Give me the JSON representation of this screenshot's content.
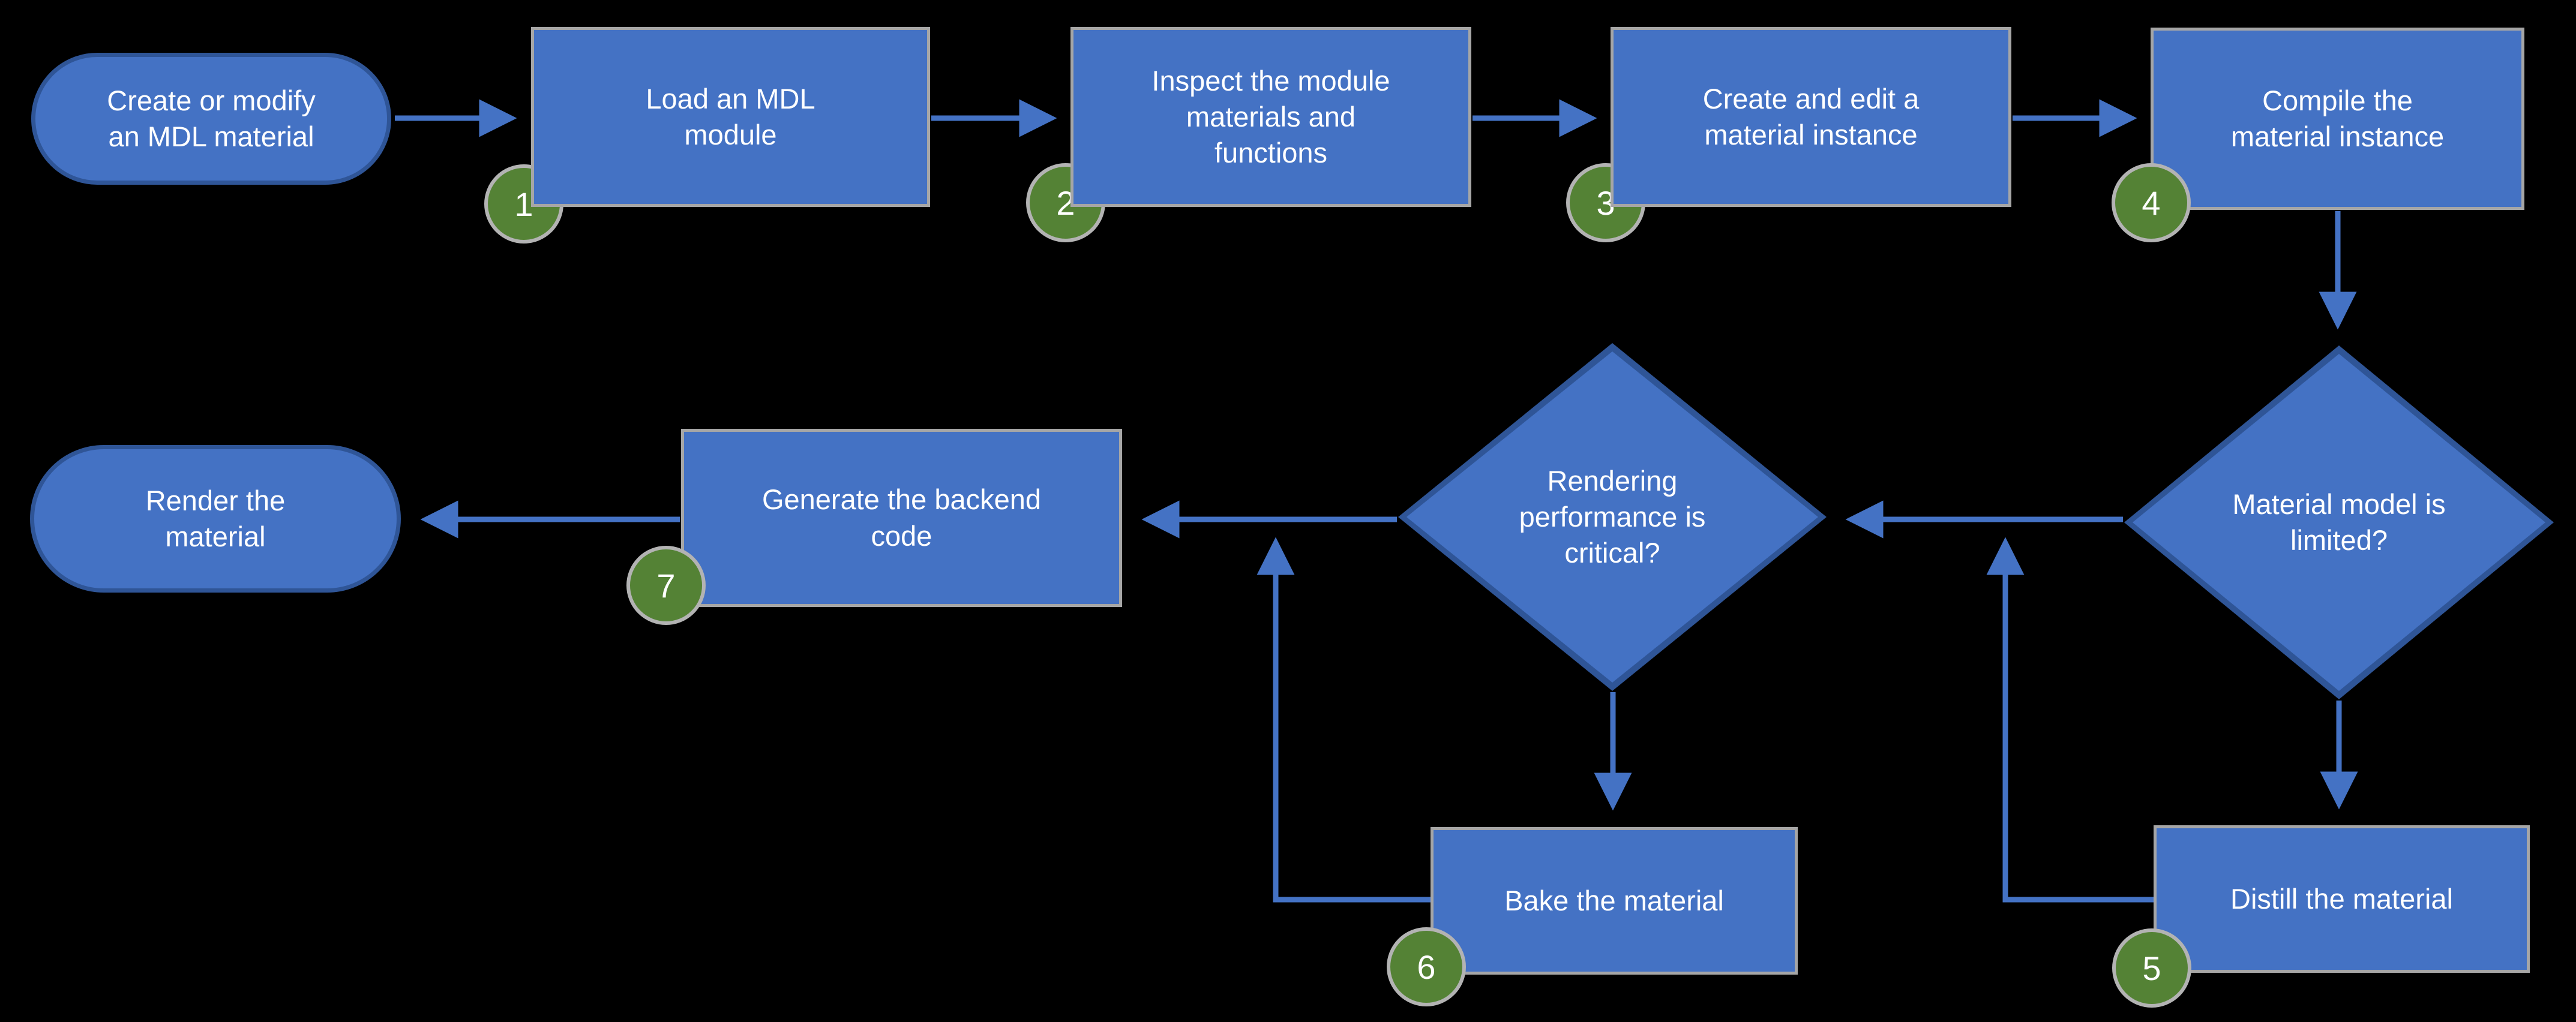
{
  "diagram": {
    "background": "#000000",
    "colors": {
      "node_fill": "#4472C4",
      "process_border": "#A6A6A6",
      "terminator_border": "#2F5597",
      "decision_border": "#2F5597",
      "badge_fill": "#548235",
      "badge_border": "#B3B3B3",
      "connector": "#4472C4",
      "text": "#FFFFFF"
    },
    "nodes": {
      "start": {
        "type": "terminator",
        "label": "Create or modify\nan MDL material"
      },
      "load": {
        "type": "process",
        "label": "Load an MDL\nmodule",
        "step": "1"
      },
      "inspect": {
        "type": "process",
        "label": "Inspect the module\nmaterials and\nfunctions",
        "step": "2"
      },
      "create": {
        "type": "process",
        "label": "Create and edit a\nmaterial instance",
        "step": "3"
      },
      "compile": {
        "type": "process",
        "label": "Compile the\nmaterial instance",
        "step": "4"
      },
      "limited": {
        "type": "decision",
        "label": "Material model is\nlimited?"
      },
      "performance": {
        "type": "decision",
        "label": "Rendering\nperformance is\ncritical?"
      },
      "distill": {
        "type": "process",
        "label": "Distill the material",
        "step": "5"
      },
      "bake": {
        "type": "process",
        "label": "Bake the material",
        "step": "6"
      },
      "generate": {
        "type": "process",
        "label": "Generate the backend\ncode",
        "step": "7"
      },
      "render": {
        "type": "terminator",
        "label": "Render the\nmaterial"
      }
    },
    "edges": [
      {
        "from": "start",
        "to": "load"
      },
      {
        "from": "load",
        "to": "inspect"
      },
      {
        "from": "inspect",
        "to": "create"
      },
      {
        "from": "create",
        "to": "compile"
      },
      {
        "from": "compile",
        "to": "limited"
      },
      {
        "from": "limited",
        "to": "distill"
      },
      {
        "from": "limited",
        "to": "performance"
      },
      {
        "from": "distill",
        "to": "performance"
      },
      {
        "from": "performance",
        "to": "bake"
      },
      {
        "from": "performance",
        "to": "generate"
      },
      {
        "from": "bake",
        "to": "generate"
      },
      {
        "from": "generate",
        "to": "render"
      }
    ]
  }
}
